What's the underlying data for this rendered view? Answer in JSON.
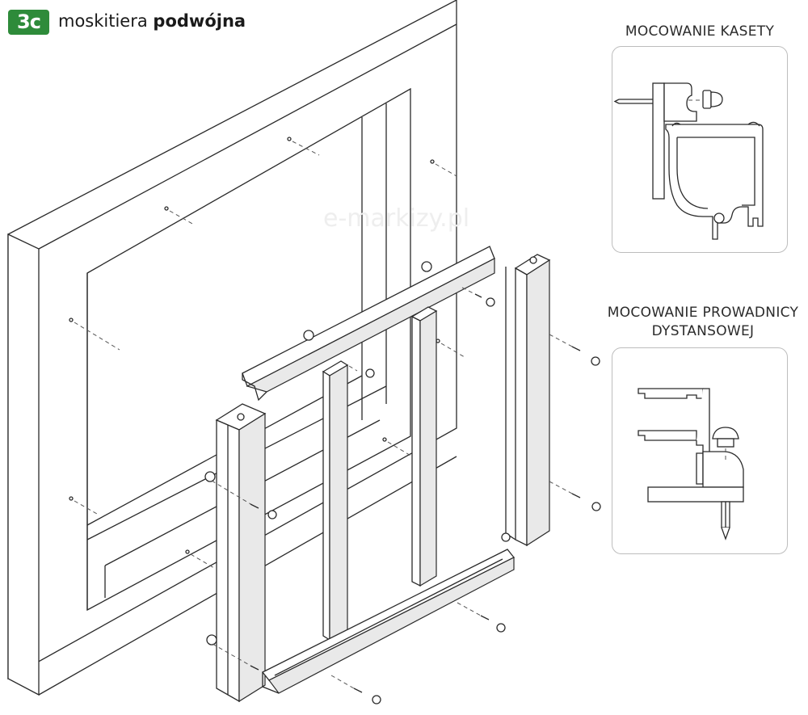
{
  "header": {
    "badge": "3c",
    "title_regular": "moskitiera ",
    "title_bold": "podwójna"
  },
  "watermark": "e-markizy.pl",
  "panels": {
    "cassette": {
      "title": "MOCOWANIE KASETY"
    },
    "guide": {
      "title_line1": "MOCOWANIE PROWADNICY",
      "title_line2": "DYSTANSOWEJ"
    }
  },
  "colors": {
    "badge": "#2e8b3a",
    "panel_border": "#bdbdbd",
    "line": "#2a2a2a"
  }
}
